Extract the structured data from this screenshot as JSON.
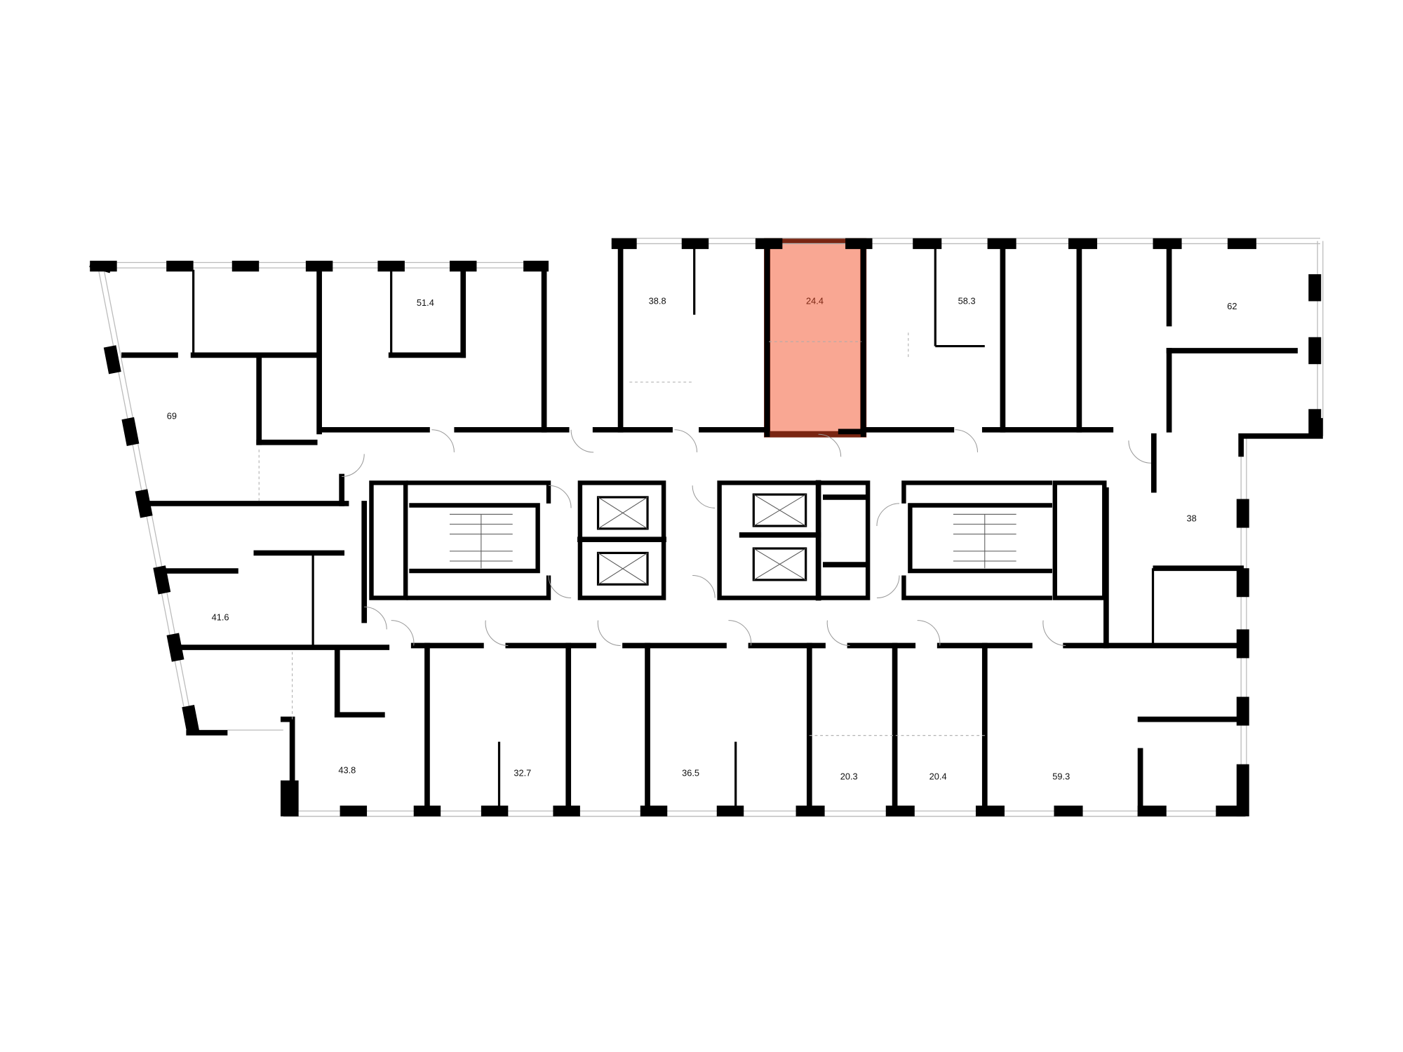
{
  "plan": {
    "accent_color": "#f9a793",
    "accent_stroke": "#7a2512",
    "selected_unit": "24.4",
    "units": [
      {
        "area": "69"
      },
      {
        "area": "51.4"
      },
      {
        "area": "38.8"
      },
      {
        "area": "24.4"
      },
      {
        "area": "58.3"
      },
      {
        "area": "62"
      },
      {
        "area": "38"
      },
      {
        "area": "41.6"
      },
      {
        "area": "43.8"
      },
      {
        "area": "32.7"
      },
      {
        "area": "36.5"
      },
      {
        "area": "20.3"
      },
      {
        "area": "20.4"
      },
      {
        "area": "59.3"
      }
    ]
  }
}
